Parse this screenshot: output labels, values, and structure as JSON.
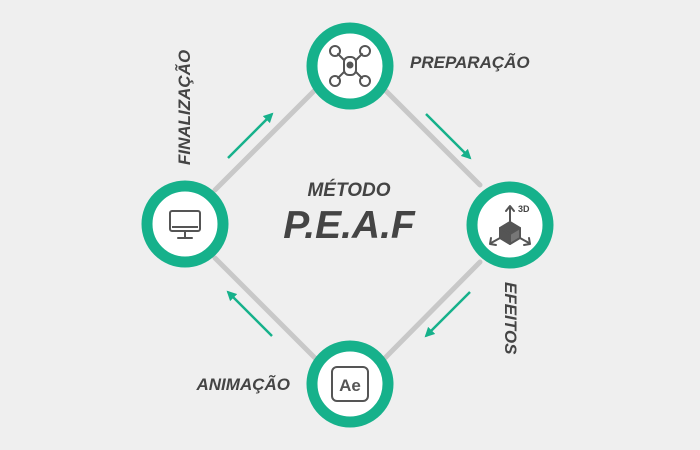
{
  "center": {
    "line1": "MÉTODO",
    "line2": "P.E.A.F"
  },
  "stages": [
    {
      "id": "preparacao",
      "label": "PREPARAÇÃO",
      "icon": "drone-icon"
    },
    {
      "id": "efeitos",
      "label": "EFEITOS",
      "icon": "3d-box-icon"
    },
    {
      "id": "animacao",
      "label": "ANIMAÇÃO",
      "icon": "after-effects-icon",
      "icon_text": "Ae"
    },
    {
      "id": "finalizacao",
      "label": "FINALIZAÇÃO",
      "icon": "monitor-icon"
    }
  ],
  "badge_3d": "3D",
  "colors": {
    "accent": "#16b18b",
    "connector": "#c8c8c8",
    "text": "#444444",
    "icon_stroke": "#555555",
    "background": "#efefef"
  }
}
